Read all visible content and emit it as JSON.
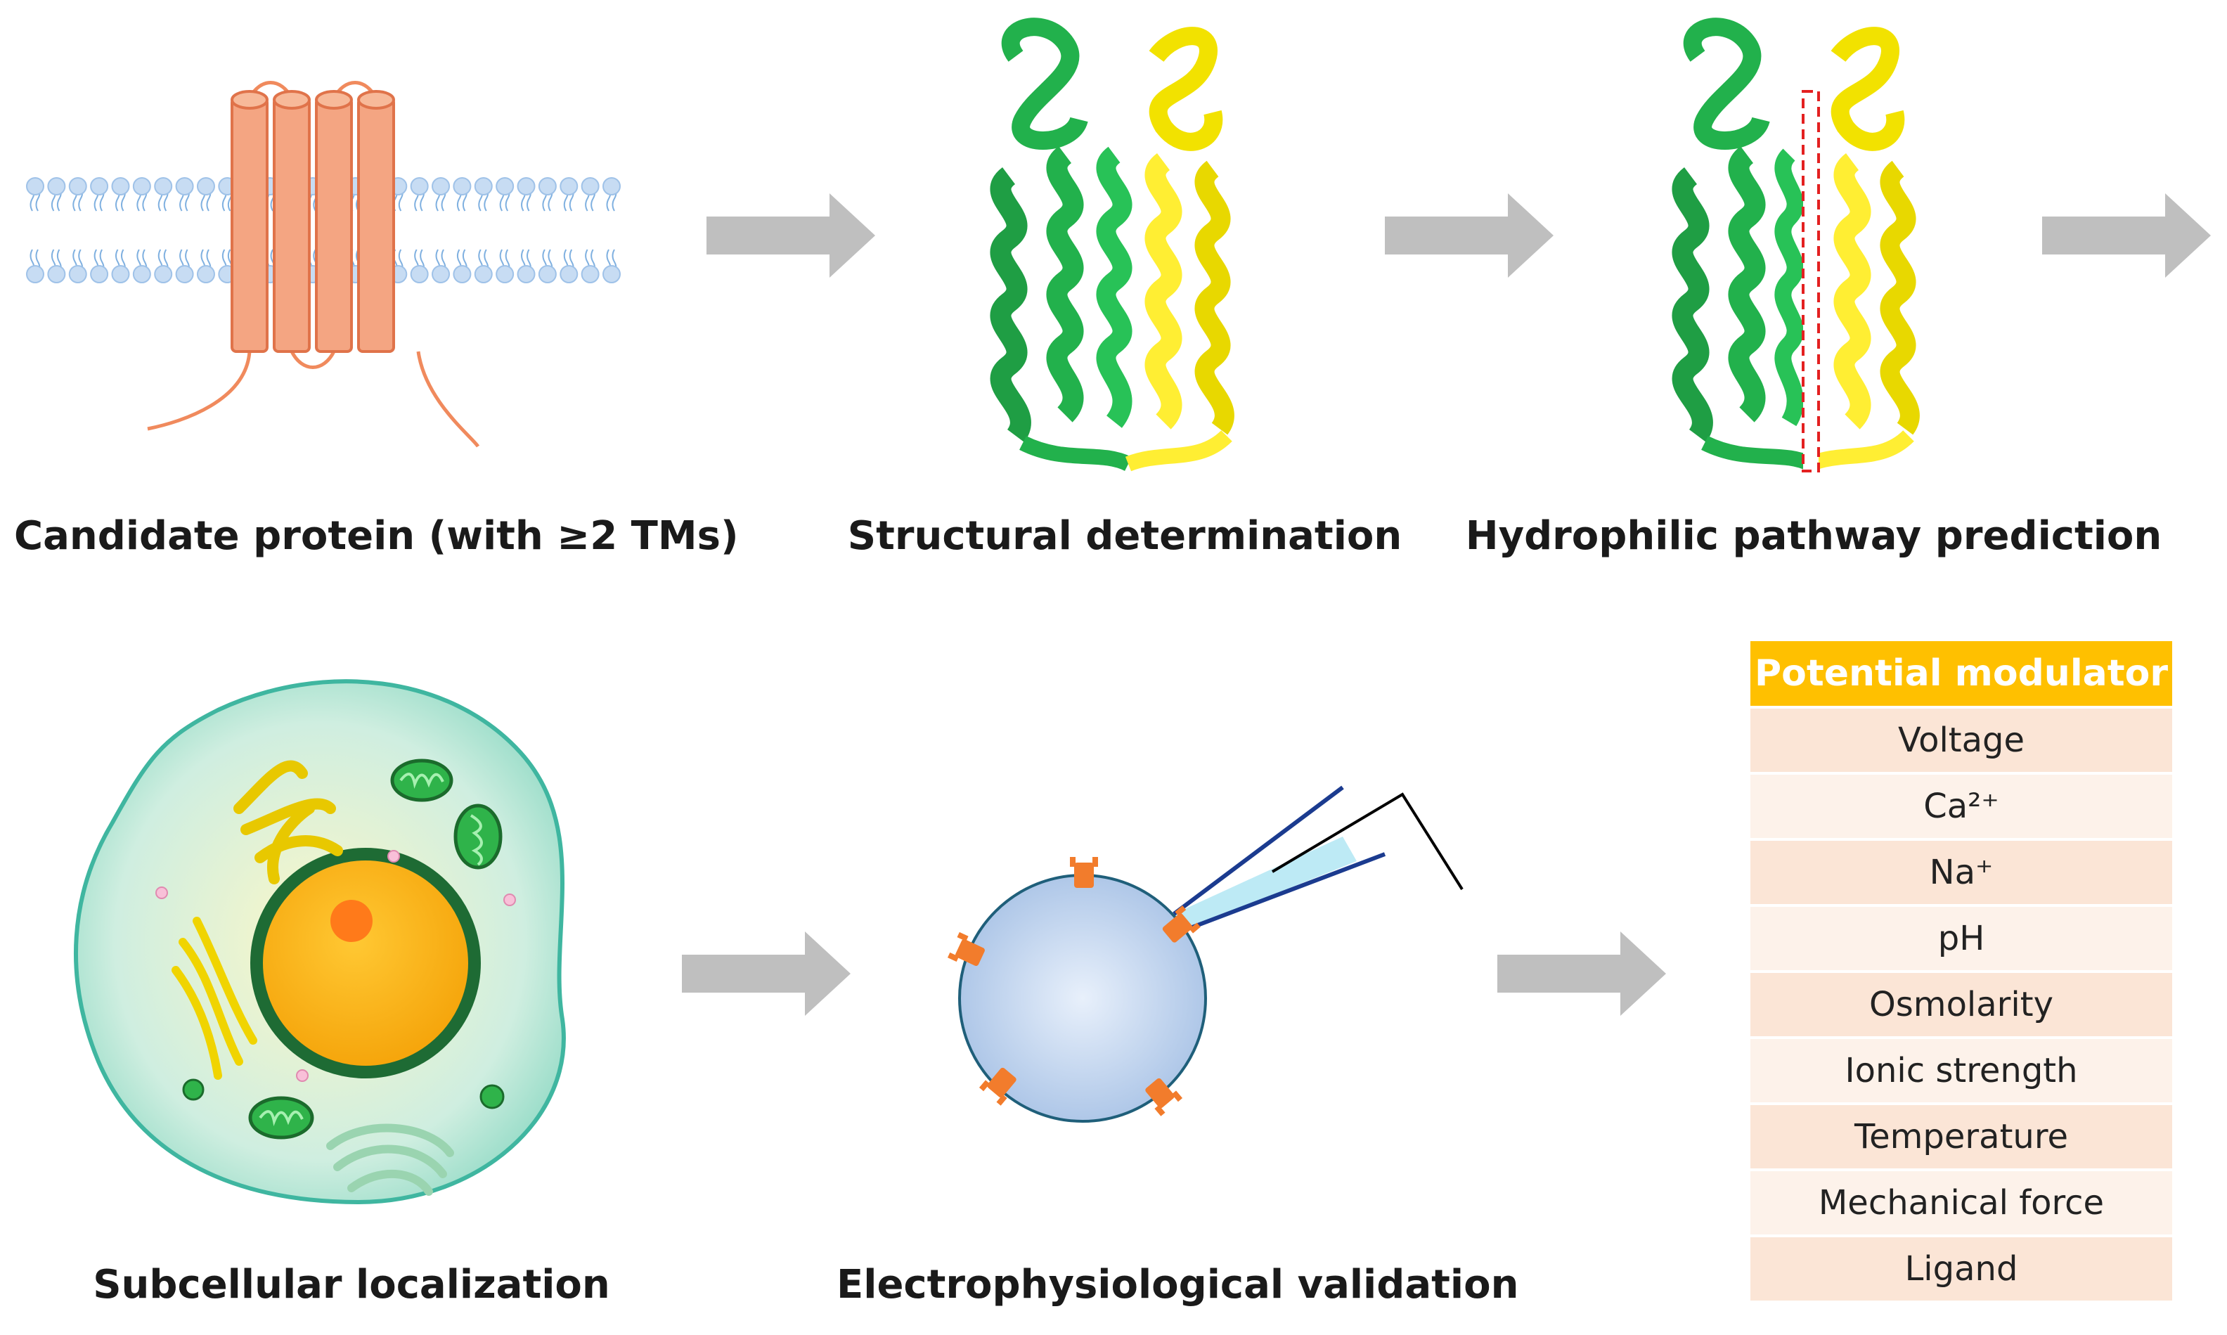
{
  "steps": {
    "candidate": "Candidate protein (with ≥2 TMs)",
    "structure": "Structural determination",
    "pathway": "Hydrophilic pathway prediction",
    "localization": "Subcellular localization",
    "electrophys": "Electrophysiological validation"
  },
  "modulators": {
    "title": "Potential modulator",
    "items": [
      "Voltage",
      "Ca²⁺",
      "Na⁺",
      "pH",
      "Osmolarity",
      "Ionic strength",
      "Temperature",
      "Mechanical force",
      "Ligand"
    ]
  },
  "colors": {
    "arrow": "#bfbfbf",
    "tm_helix": "#f4a582",
    "chain_a": "#22b14c",
    "chain_b": "#ffee33",
    "pathway_line": "#e32020",
    "table_header": "#ffc000",
    "table_row_dark": "#fbe5d6",
    "table_row_light": "#fdf2ea"
  }
}
